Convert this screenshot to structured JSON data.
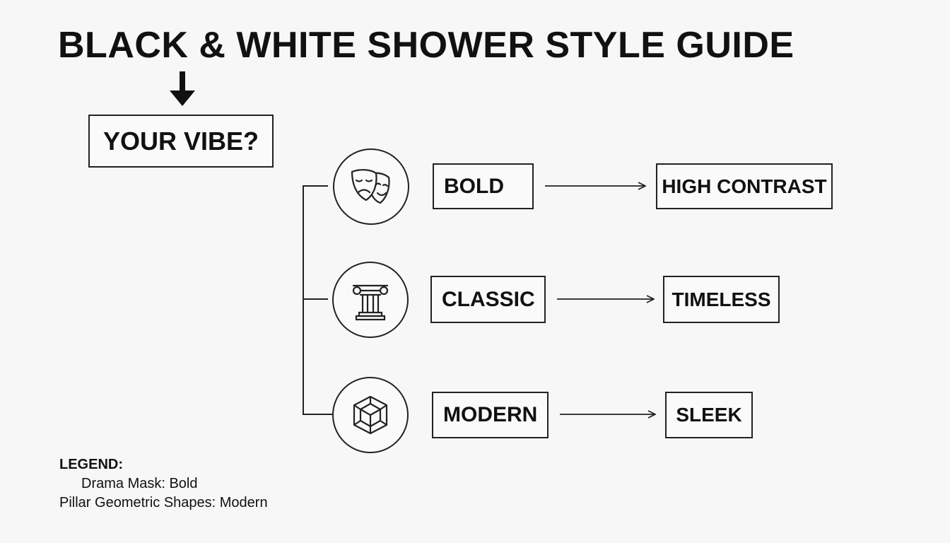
{
  "title": "BLACK & WHITE SHOWER STYLE GUIDE",
  "start": {
    "label": "YOUR VIBE?"
  },
  "options": [
    {
      "icon": "drama-masks-icon",
      "label": "BOLD",
      "result": "HIGH CONTRAST"
    },
    {
      "icon": "ionic-pillar-icon",
      "label": "CLASSIC",
      "result": "TIMELESS"
    },
    {
      "icon": "geometric-shapes-icon",
      "label": "MODERN",
      "result": "SLEEK"
    }
  ],
  "legend": {
    "title": "LEGEND:",
    "items": [
      "Drama Mask: Bold",
      "Pillar Geometric Shapes: Modern"
    ]
  },
  "colors": {
    "ink": "#111111",
    "background": "#f7f7f7"
  }
}
